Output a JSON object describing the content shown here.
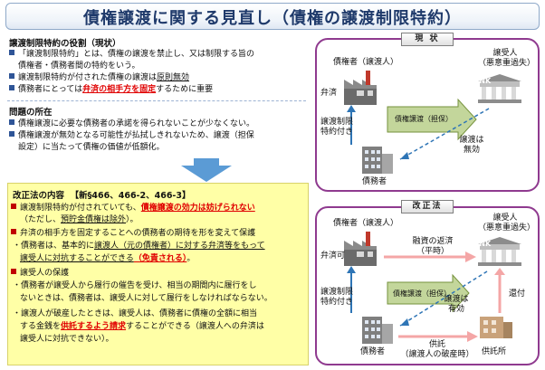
{
  "title": "債権譲渡に関する見直し（債権の譲渡制限特約）",
  "current_role": {
    "heading": "譲渡制限特約の役割（現状）",
    "lines": [
      {
        "prefix": "「譲渡制限特約」とは、債権の譲渡を禁止し、又は制限する旨の"
      },
      {
        "text": "債権者・債務者間の特約をいう。"
      },
      {
        "prefix": "譲渡制限特約が付された債権の譲渡は",
        "emph": "原則無効"
      },
      {
        "prefix": "債務者にとっては",
        "emph": "弁済の相手方を固定",
        "suffix": "するために重要"
      }
    ]
  },
  "problems": {
    "heading": "問題の所在",
    "lines": [
      "債権譲渡に必要な債務者の承諾を得られないことが少なくない。",
      "債権譲渡が無効となる可能性が払拭しきれないため、譲渡（担保",
      "設定）に当たって債権の価値が低額化。"
    ]
  },
  "reform": {
    "heading": "改正法の内容",
    "heading_ref": "【新§466、466-2、466-3】",
    "l1a": "譲渡制限特約が付されていても、",
    "l1b": "債権譲渡の効力は妨げられない",
    "l2a": "（ただし、",
    "l2b": "預貯金債権は除外",
    "l2c": "）。",
    "l3": "弁済の相手方を固定することへの債務者の期待を形を変えて保護",
    "l4a": "・債務者は、基本的に",
    "l4b": "譲渡人（元の債権者）に対する弁済等をもって",
    "l5a": "譲受人に対抗することができる",
    "l5b": "（免責される）",
    "l5c": "。",
    "l6": "譲受人の保護",
    "l7": "・債務者が譲受人から履行の催告を受け、相当の期間内に履行をし",
    "l8": "ないときは、債務者は、譲受人に対して履行をしなければならない。",
    "l9": "・譲渡人が破産したときは、譲受人は、債務者に債権の全額に相当",
    "l10a": "する金銭を",
    "l10b": "供託するよう請求",
    "l10c": "することができる（譲渡人への弁済は",
    "l11": "譲受人に対抗できない）。"
  },
  "diagram_current": {
    "tag": "現 状",
    "creditor": "債権者（譲渡人）",
    "assignee_1": "譲受人",
    "assignee_2": "（悪意重過失）",
    "payment": "弁済",
    "restricted_1": "譲渡制限",
    "restricted_2": "特約付き",
    "arrow_label": "債権譲渡（担保）",
    "invalid_1": "譲渡は",
    "invalid_2": "無効",
    "debtor": "債務者",
    "bank": "BANK"
  },
  "diagram_reform": {
    "tag": "改正法",
    "creditor": "債権者（譲渡人）",
    "assignee_1": "譲受人",
    "assignee_2": "（悪意重過失）",
    "payment": "弁済可",
    "refund_1": "融資の返済",
    "refund_2": "（平時）",
    "restricted_1": "譲渡制限",
    "restricted_2": "特約付き",
    "arrow_label": "債権譲渡（担保）",
    "valid_1": "譲渡は",
    "valid_2": "有効",
    "return": "還付",
    "deposit_1": "供託",
    "deposit_2": "（譲渡人の破産時）",
    "debtor": "債務者",
    "deposit_office": "供託所",
    "bank": "BANK"
  },
  "colors": {
    "title": "#1f3a6b",
    "emphasis_red": "#e00000",
    "bullet_blue": "#2f5597",
    "panel_border": "#8f3a8f",
    "reform_bg": "#ffffa6",
    "arrow_green": "#9bbb59"
  }
}
